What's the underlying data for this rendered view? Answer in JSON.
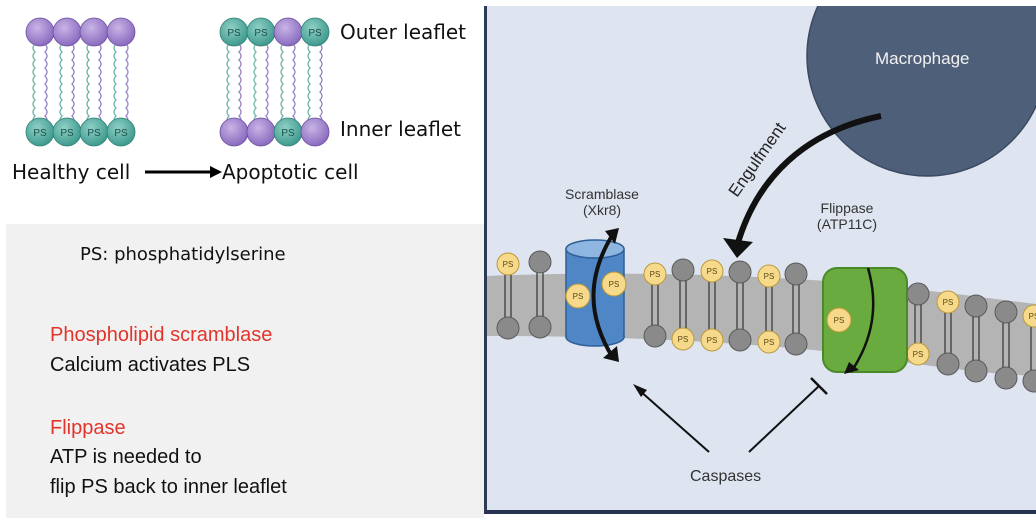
{
  "bilayer_panel": {
    "outer_leaflet": "Outer leaflet",
    "inner_leaflet": "Inner leaflet",
    "healthy_cell": "Healthy cell",
    "apoptotic_cell": "Apoptotic cell",
    "ps_head_label": "PS",
    "healthy": {
      "outer": [
        "lipid",
        "lipid",
        "lipid",
        "lipid"
      ],
      "inner": [
        "PS",
        "PS",
        "PS",
        "PS"
      ]
    },
    "apoptotic": {
      "outer": [
        "PS",
        "PS",
        "lipid",
        "PS"
      ],
      "inner": [
        "lipid",
        "lipid",
        "PS",
        "lipid"
      ]
    }
  },
  "notes": {
    "ps_definition": "PS: phosphatidylserine",
    "scramblase_title": "Phospholipid scramblase",
    "scramblase_desc": "Calcium activates PLS",
    "flippase_title": "Flippase",
    "flippase_desc_1": "ATP is needed to",
    "flippase_desc_2": "flip PS back to inner leaflet"
  },
  "diagram": {
    "macrophage": "Macrophage",
    "engulfment": "Engulfment",
    "scramblase_name": "Scramblase",
    "scramblase_gene": "(Xkr8)",
    "flippase_name": "Flippase",
    "flippase_gene": "(ATP11C)",
    "caspases": "Caspases",
    "ps_label": "PS",
    "colors": {
      "macrophage": "#4e6079",
      "scramblase": "#4f86c6",
      "flippase": "#6aab3f",
      "ps_head": "#f7d98b",
      "lipid_head": "#8a8a8a",
      "membrane": "#b4b4b4",
      "background": "#dfe4f1",
      "accent_red": "#e2342a"
    }
  }
}
